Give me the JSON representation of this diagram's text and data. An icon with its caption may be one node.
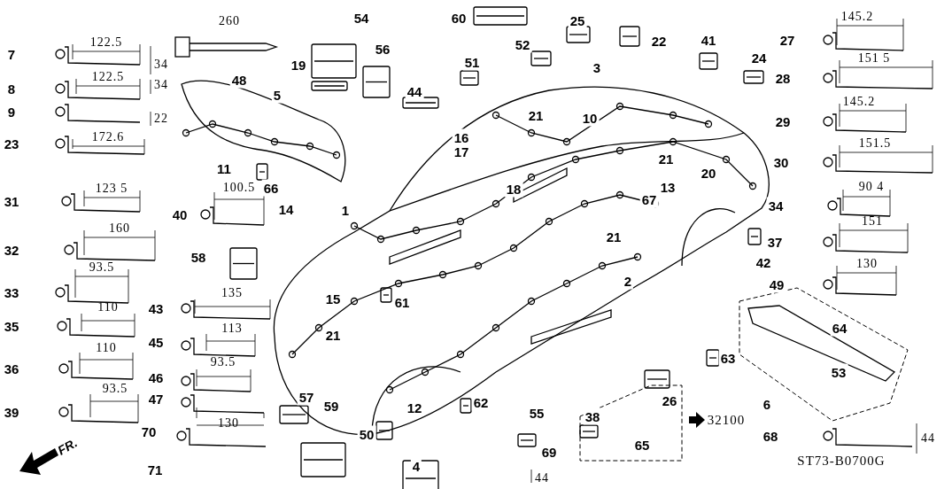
{
  "diagram": {
    "labels": [
      "7",
      "122.5",
      "34",
      "8",
      "122.5",
      "34",
      "9",
      "22",
      "23",
      "172.6",
      "31",
      "123 5",
      "32",
      "160",
      "33",
      "93.5",
      "35",
      "110",
      "36",
      "110",
      "39",
      "93.5",
      "FR.",
      "260",
      "48",
      "19",
      "5",
      "11",
      "66",
      "14",
      "100.5",
      "40",
      "58",
      "43",
      "135",
      "45",
      "113",
      "46",
      "93.5",
      "47",
      "130",
      "70",
      "71",
      "54",
      "56",
      "44",
      "1",
      "15",
      "21",
      "61",
      "12",
      "57",
      "59",
      "50",
      "4",
      "62",
      "60",
      "52",
      "51",
      "16",
      "17",
      "21",
      "18",
      "55",
      "69",
      "44",
      "25",
      "22",
      "3",
      "10",
      "21",
      "20",
      "13",
      "67",
      "21",
      "2",
      "38",
      "26",
      "65",
      "32100",
      "41",
      "24",
      "27",
      "145.2",
      "28",
      "151 5",
      "29",
      "145.2",
      "30",
      "151.5",
      "34",
      "90 4",
      "37",
      "151",
      "42",
      "49",
      "130",
      "63",
      "64",
      "53",
      "6",
      "68",
      "44",
      "ST73-B0700G"
    ]
  }
}
